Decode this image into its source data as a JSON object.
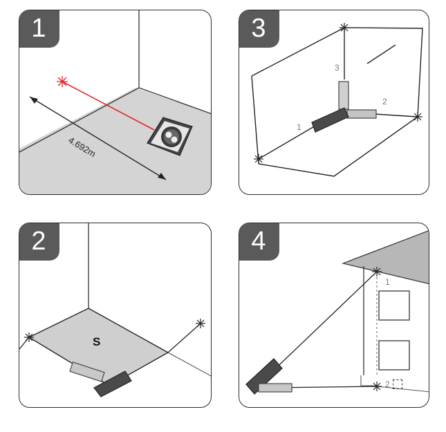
{
  "panels": {
    "p1": {
      "number": "1",
      "measurement": "4.692m"
    },
    "p3": {
      "number": "3",
      "side_labels": [
        "1",
        "2",
        "3"
      ]
    },
    "p2": {
      "number": "2",
      "area_label": "S"
    },
    "p4": {
      "number": "4",
      "point_labels": [
        "1",
        "2"
      ]
    }
  },
  "colors": {
    "tab": "#5a5a5a",
    "laser": "#e8202a",
    "floor": "#d4d4d4",
    "device": "#555555"
  },
  "icons": [
    "fullscreen-icon"
  ]
}
